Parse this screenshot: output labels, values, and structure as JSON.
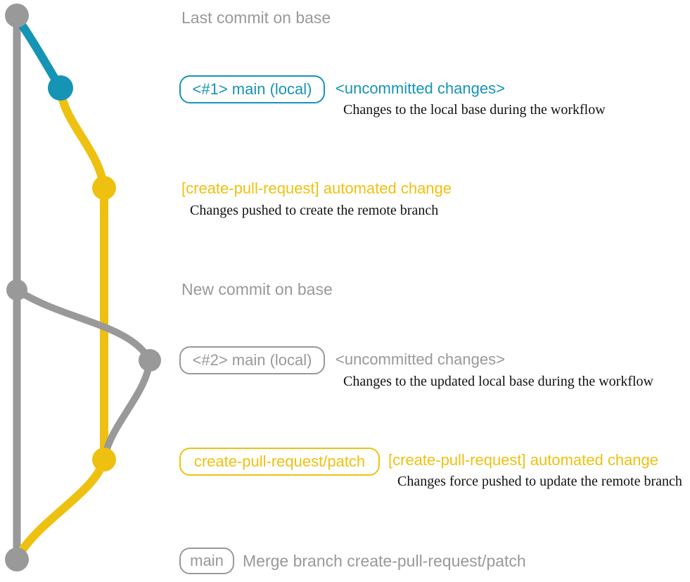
{
  "colors": {
    "gray": "#999999",
    "blue": "#1694b5",
    "yellow": "#eec111",
    "ink": "#111111",
    "bg": "#ffffff"
  },
  "graph": {
    "branches": [
      {
        "name": "base",
        "color": "gray"
      },
      {
        "name": "main-local",
        "color": "blue"
      },
      {
        "name": "create-pull-request-patch",
        "color": "yellow"
      }
    ],
    "commit_dots": [
      {
        "name": "last-commit-on-base",
        "color": "gray"
      },
      {
        "name": "main-local-1",
        "color": "blue"
      },
      {
        "name": "automated-change-1",
        "color": "yellow"
      },
      {
        "name": "new-commit-on-base",
        "color": "gray"
      },
      {
        "name": "main-local-2",
        "color": "gray"
      },
      {
        "name": "automated-change-2",
        "color": "yellow"
      },
      {
        "name": "merge-commit",
        "color": "gray"
      }
    ]
  },
  "labels": {
    "last_commit": "Last commit on base",
    "new_commit": "New commit on base"
  },
  "rows": {
    "main_local_1": {
      "badge": "<#1> main (local)",
      "status": "<uncommitted changes>",
      "description": "Changes to the local base during the workflow"
    },
    "automated_change_1": {
      "title": "[create-pull-request] automated change",
      "description": "Changes pushed to create the remote branch"
    },
    "main_local_2": {
      "badge": "<#2> main (local)",
      "status": "<uncommitted changes>",
      "description": "Changes to the updated local base during the workflow"
    },
    "automated_change_2": {
      "badge": "create-pull-request/patch",
      "title": "[create-pull-request] automated change",
      "description": "Changes force pushed to update the remote branch"
    },
    "merge": {
      "badge": "main",
      "title": "Merge branch create-pull-request/patch"
    }
  }
}
